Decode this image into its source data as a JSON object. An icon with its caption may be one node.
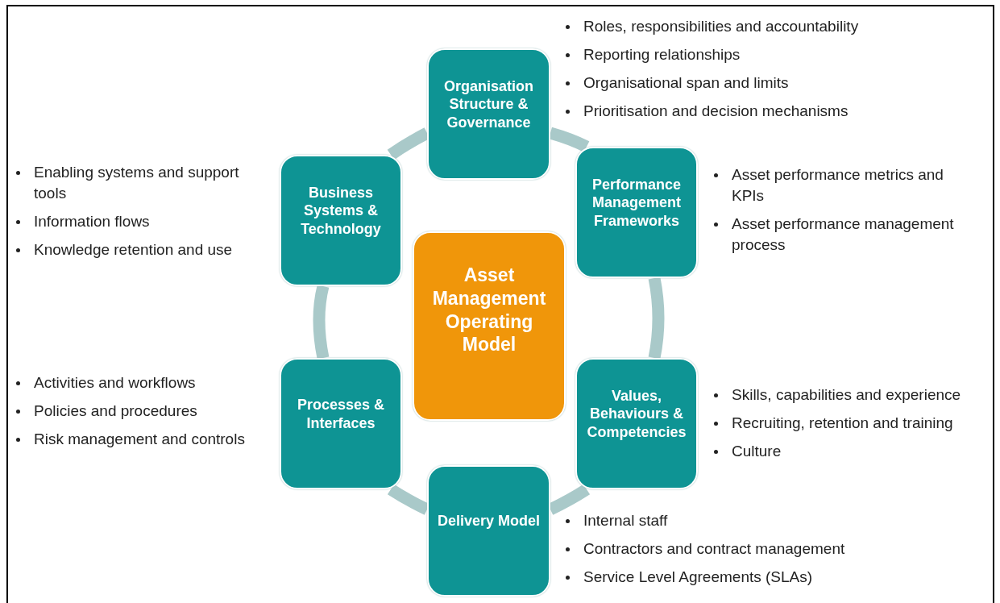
{
  "diagram": {
    "nodes": [
      {
        "text": [
          "Organisation Structure & Governance"
        ],
        "beside": [
          "Roles, responsibilities and accountability",
          "Reporting relationships",
          "Organisational span and limits",
          "Prioritisation and decision mechanisms"
        ]
      },
      {
        "text": [
          "Business Systems & Technology"
        ],
        "beside": [
          "Enabling systems and support tools",
          "Information flows",
          "Knowledge retention and use"
        ]
      },
      {
        "text": [
          "Performance Management Frameworks"
        ],
        "beside": [
          "Asset performance metrics and KPIs",
          "Asset performance management process"
        ]
      },
      {
        "text": [
          "Asset Management Operating Model"
        ]
      },
      {
        "text": [
          "Processes & Interfaces"
        ],
        "beside": [
          "Activities and workflows",
          "Policies and procedures",
          "Risk management and controls"
        ]
      },
      {
        "text": [
          "Values, Behaviours & Competencies"
        ],
        "beside": [
          "Skills, capabilities and experience",
          "Recruiting, retention and training",
          "Culture"
        ]
      },
      {
        "text": [
          "Delivery Model"
        ],
        "beside": [
          "Internal staff",
          "Contractors and contract management",
          "Service Level Agreements (SLAs)"
        ]
      }
    ],
    "edges": [
      {
        "from": 0,
        "to": 2,
        "arrow": "none"
      },
      {
        "from": 2,
        "to": 5,
        "arrow": "none"
      },
      {
        "from": 5,
        "to": 6,
        "arrow": "none"
      },
      {
        "from": 6,
        "to": 4,
        "arrow": "none"
      },
      {
        "from": 4,
        "to": 1,
        "arrow": "none"
      },
      {
        "from": 1,
        "to": 0,
        "arrow": "none"
      }
    ]
  }
}
